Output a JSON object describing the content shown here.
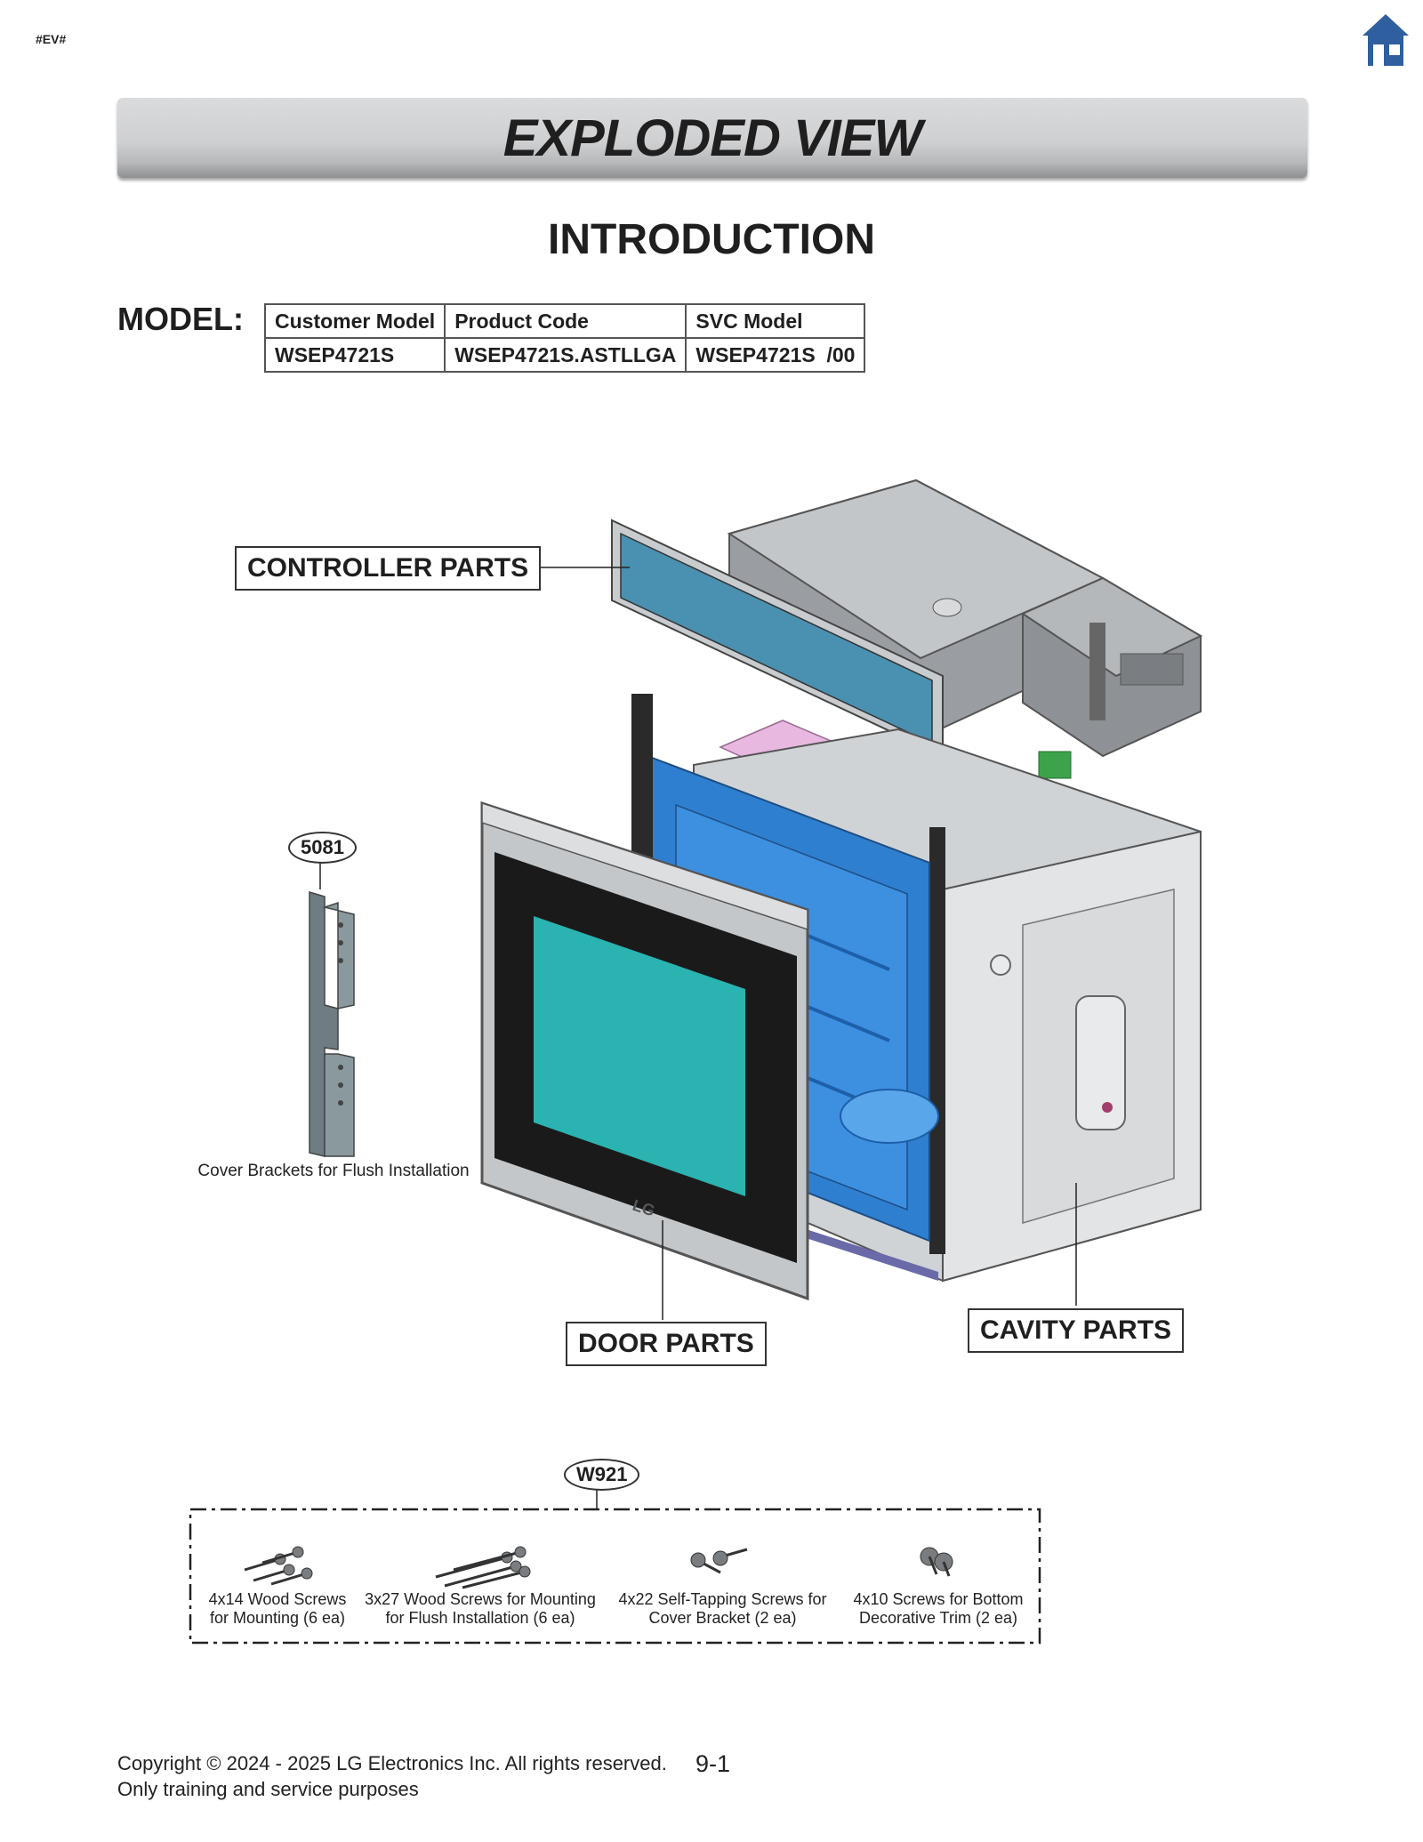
{
  "tag": "#EV#",
  "banner": {
    "title": "EXPLODED VIEW"
  },
  "intro": "INTRODUCTION",
  "model": {
    "label": "MODEL:",
    "headers": [
      "Customer Model",
      "Product Code",
      "SVC Model"
    ],
    "values": [
      "WSEP4721S",
      "WSEP4721S.ASTLLGA",
      "WSEP4721S  /00"
    ]
  },
  "callouts": {
    "controller": "CONTROLLER PARTS",
    "door": "DOOR PARTS",
    "cavity": "CAVITY PARTS"
  },
  "bracket": {
    "part_no": "5081",
    "caption": "Cover Brackets for Flush Installation"
  },
  "screws": {
    "part_no": "W921",
    "items": [
      {
        "line1": "4x14 Wood Screws",
        "line2": "for Mounting (6 ea)"
      },
      {
        "line1": "3x27 Wood Screws for Mounting",
        "line2": "for Flush Installation (6 ea)"
      },
      {
        "line1": "4x22 Self-Tapping Screws for",
        "line2": "Cover Bracket (2 ea)"
      },
      {
        "line1": "4x10 Screws for Bottom",
        "line2": "Decorative Trim (2 ea)"
      }
    ]
  },
  "footer": {
    "copyright": "Copyright © 2024 - 2025 LG Electronics Inc. All rights reserved.",
    "purpose": "Only training and service purposes",
    "page": "9-1",
    "logo": "LG"
  },
  "colors": {
    "home_icon": "#2f5f9e",
    "door_glass": "#2ab3b0",
    "cavity_blue": "#2f7fd0",
    "control_glass": "#4a90b0",
    "board_pink": "#e8b8e0",
    "metal_gray": "#b8bcc0"
  },
  "icons": {
    "home": "home-icon"
  }
}
